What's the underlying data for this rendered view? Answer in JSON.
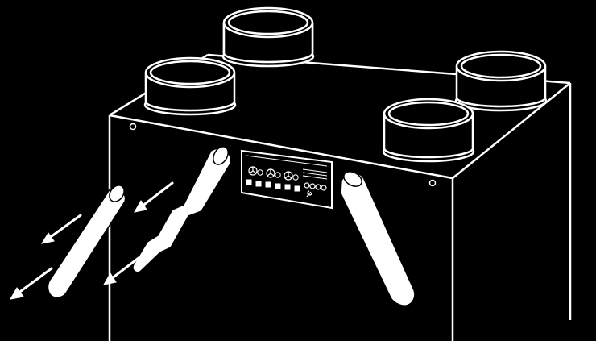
{
  "figure": {
    "background_color": "#000000",
    "line_color": "#ffffff",
    "fill_color": "#ffffff"
  },
  "components": {
    "spigot_count": 4,
    "removed_filter_count": 3,
    "direction_arrow_count": 4,
    "mounting_hole_count": 2,
    "control_panel": {
      "fan_icon_count": 3,
      "button_count": 6,
      "indicator_light_count": 4,
      "wrench_icon_count": 1
    }
  }
}
